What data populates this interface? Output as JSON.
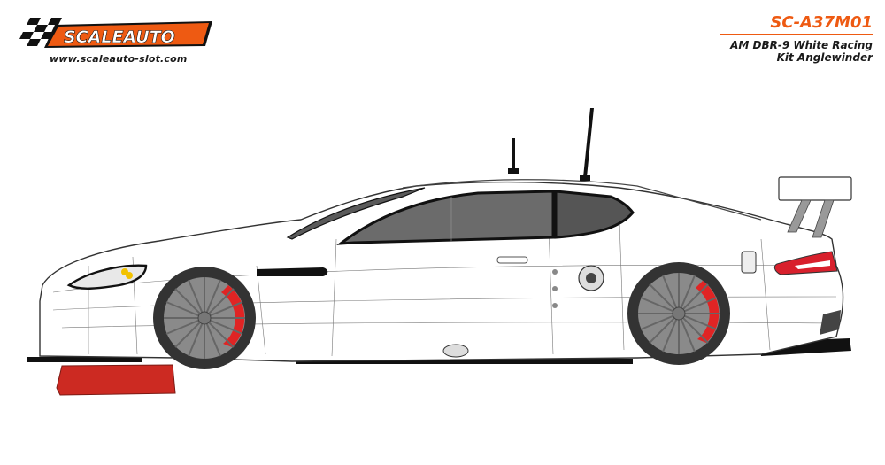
{
  "brand": {
    "name": "SCALEAUTO",
    "url": "www.scaleauto-slot.com",
    "accent_color": "#ee5a12"
  },
  "product": {
    "code": "SC-A37M01",
    "description_line1": "AM DBR-9  White Racing",
    "description_line2": "Kit Anglewinder"
  },
  "illustration": {
    "subject": "white-race-car-side-profile",
    "body_color": "#ffffff",
    "brake_color": "#e02424",
    "splitter_color": "#cc2a22",
    "tail_light_color": "#d8202c",
    "headlight_color": "#f2c200",
    "window_color": "#6b6b6b",
    "wheel_color": "#8a8a8a",
    "tire_color": "#333333"
  }
}
